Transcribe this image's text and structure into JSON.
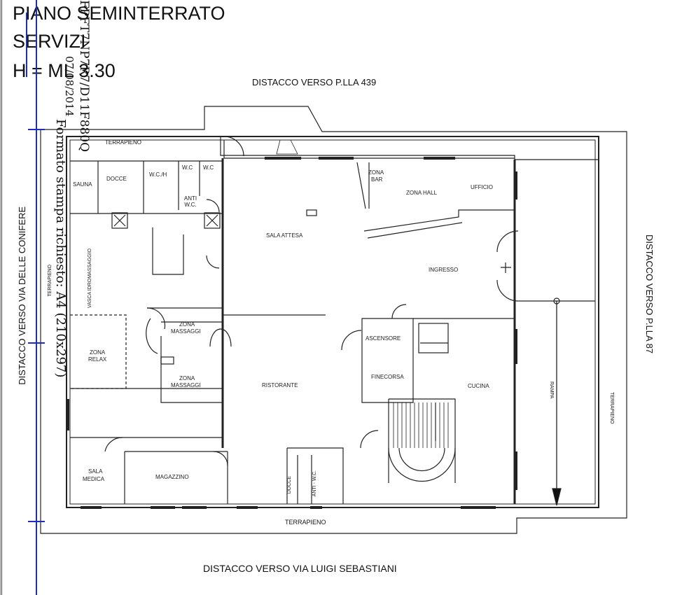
{
  "title_block": {
    "line1": "PIANO SEMINTERRATO",
    "line2": "SERVIZI",
    "line3": "H = ML 3.30"
  },
  "overlay_text": {
    "code": "FPFT7NP7R7/D11F880Q",
    "date": "07/08/2014",
    "format": "Formato stampa richiesto: A4 (210x297)"
  },
  "setbacks": {
    "top": "DISTACCO VERSO P.LLA 439",
    "bottom": "DISTACCO VERSO VIA LUIGI SEBASTIANI",
    "left": "DISTACCO VERSO VIA DELLE CONIFERE",
    "right": "DISTACCO VERSO P.LLA 87"
  },
  "terrain": {
    "top": "TERRAPIENO",
    "bottom": "TERRAPIENO",
    "left": "TERRAPIENO",
    "right": "TERRAPIENO"
  },
  "ramp": "RAMPA",
  "rooms": {
    "sauna": "SAUNA",
    "docce": "DOCCE",
    "wch": "W.C./H",
    "wc1": "W.C",
    "wc2": "W.C",
    "antiwc": "ANTI W.C.",
    "zona_bar_1": "ZONA",
    "zona_bar_2": "BAR",
    "zona_hall": "ZONA HALL",
    "ufficio": "UFFICIO",
    "sala_attesa": "SALA ATTESA",
    "ingresso": "INGRESSO",
    "vasca": "VASCA IDROMASSAGGIO",
    "massaggi1_a": "ZONA",
    "massaggi1_b": "MASSAGGI",
    "massaggi2_a": "ZONA",
    "massaggi2_b": "MASSAGGI",
    "relax_a": "ZONA",
    "relax_b": "RELAX",
    "ascensore": "ASCENSORE",
    "finecorsa": "FINECORSA",
    "ristorante": "RISTORANTE",
    "cucina": "CUCINA",
    "sala_medica_a": "SALA",
    "sala_medica_b": "MEDICA",
    "magazzino": "MAGAZZINO",
    "docce2": "DOCCE",
    "antiwc2": "ANTI - W.C."
  }
}
